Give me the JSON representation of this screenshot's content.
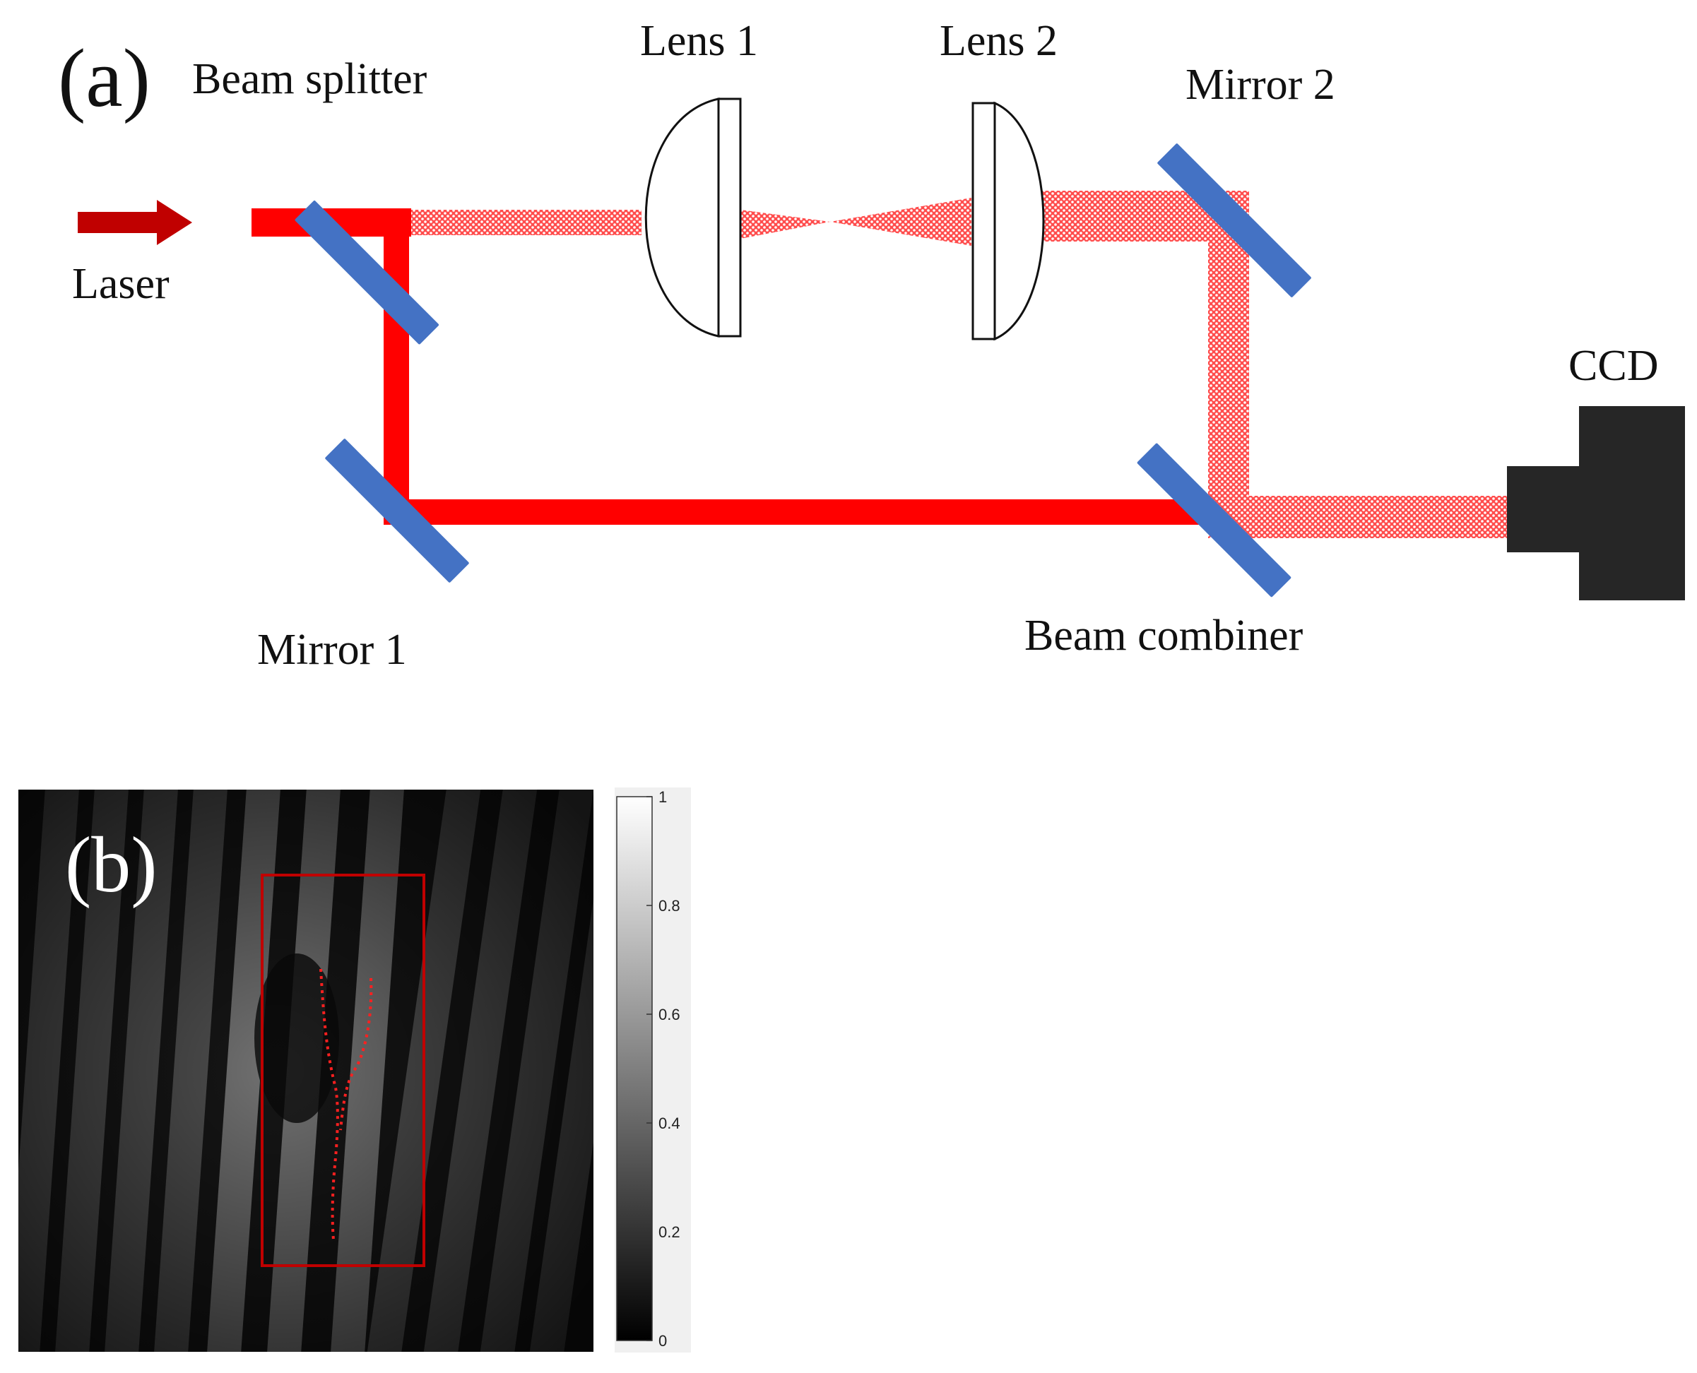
{
  "panel_a": {
    "panel_label": "(a)",
    "labels": {
      "laser": "Laser",
      "beam_splitter": "Beam splitter",
      "lens1": "Lens 1",
      "lens2": "Lens 2",
      "mirror1": "Mirror 1",
      "mirror2": "Mirror 2",
      "beam_combiner": "Beam combiner",
      "ccd": "CCD"
    },
    "colors": {
      "beam": "#ff0000",
      "arrow": "#c00000",
      "optic": "#4472c4",
      "ccd": "#262626"
    }
  },
  "panel_b": {
    "panel_label": "(b)",
    "colorbar": {
      "ticks": [
        "1",
        "0.8",
        "0.6",
        "0.4",
        "0.2",
        "0"
      ],
      "range": [
        0,
        1
      ]
    },
    "colors": {
      "box": "#c00000",
      "dots": "#ff2020"
    }
  }
}
